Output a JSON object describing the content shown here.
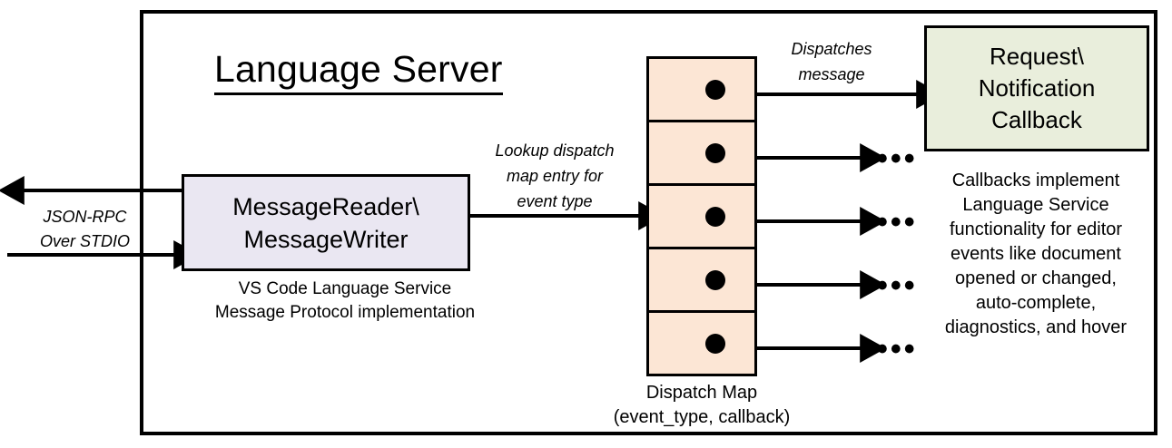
{
  "diagram": {
    "title": "Language Server",
    "boxes": {
      "message_io": {
        "line1": "MessageReader\\",
        "line2": "MessageWriter",
        "fill": "#EAE7F2",
        "caption_line1": "VS Code Language Service",
        "caption_line2": "Message Protocol implementation"
      },
      "dispatch_map": {
        "fill": "#FCE6D5",
        "cell_count": 5,
        "caption_line1": "Dispatch Map",
        "caption_line2": "(event_type, callback)"
      },
      "callback": {
        "line1": "Request\\",
        "line2": "Notification",
        "line3": "Callback",
        "fill": "#E9EEDC",
        "caption_line1": "Callbacks implement",
        "caption_line2": "Language Service",
        "caption_line3": "functionality for editor",
        "caption_line4": "events like document",
        "caption_line5": "opened or changed,",
        "caption_line6": "auto-complete,",
        "caption_line7": "diagnostics, and hover"
      }
    },
    "labels": {
      "transport_line1": "JSON-RPC",
      "transport_line2": "Over STDIO",
      "lookup_line1": "Lookup dispatch",
      "lookup_line2": "map entry for",
      "lookup_line3": "event type",
      "dispatches_line1": "Dispatches",
      "dispatches_line2": "message",
      "ellipsis": "•••"
    },
    "colors": {
      "stroke": "#000000",
      "background": "#FFFFFF"
    }
  }
}
